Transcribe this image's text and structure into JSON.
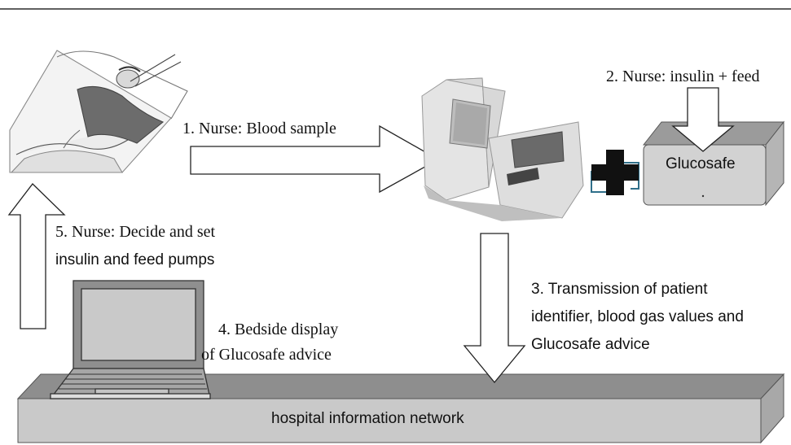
{
  "labels": {
    "step1": "1. Nurse: Blood sample",
    "step2": "2. Nurse: insulin + feed",
    "glucosafe_box": "Glucosafe",
    "step3_line1": "3. Transmission of  patient",
    "step3_line2": "identifier, blood gas values and",
    "step3_line3": "Glucosafe advice",
    "step4_line1": "4. Bedside display",
    "step4_line2": "of Glucosafe advice",
    "step5_line1": "5. Nurse: Decide and set",
    "step5_line2": "insulin and feed pumps",
    "network": "hospital information network"
  },
  "icons": {
    "patient": "patient-in-bed-icon",
    "analyzer": "blood-gas-analyzer-icon",
    "medical_cross": "medical-cross-icon",
    "laptop": "laptop-icon"
  },
  "colors": {
    "arrow_fill": "#ffffff",
    "arrow_stroke": "#222222",
    "network_top": "#8c8c8c",
    "network_front": "#c8c8c8",
    "glucosafe_top": "#9a9a9a",
    "glucosafe_front": "#d0d0d0",
    "cross": "#111111",
    "cross_accent": "#2f6f8a"
  }
}
